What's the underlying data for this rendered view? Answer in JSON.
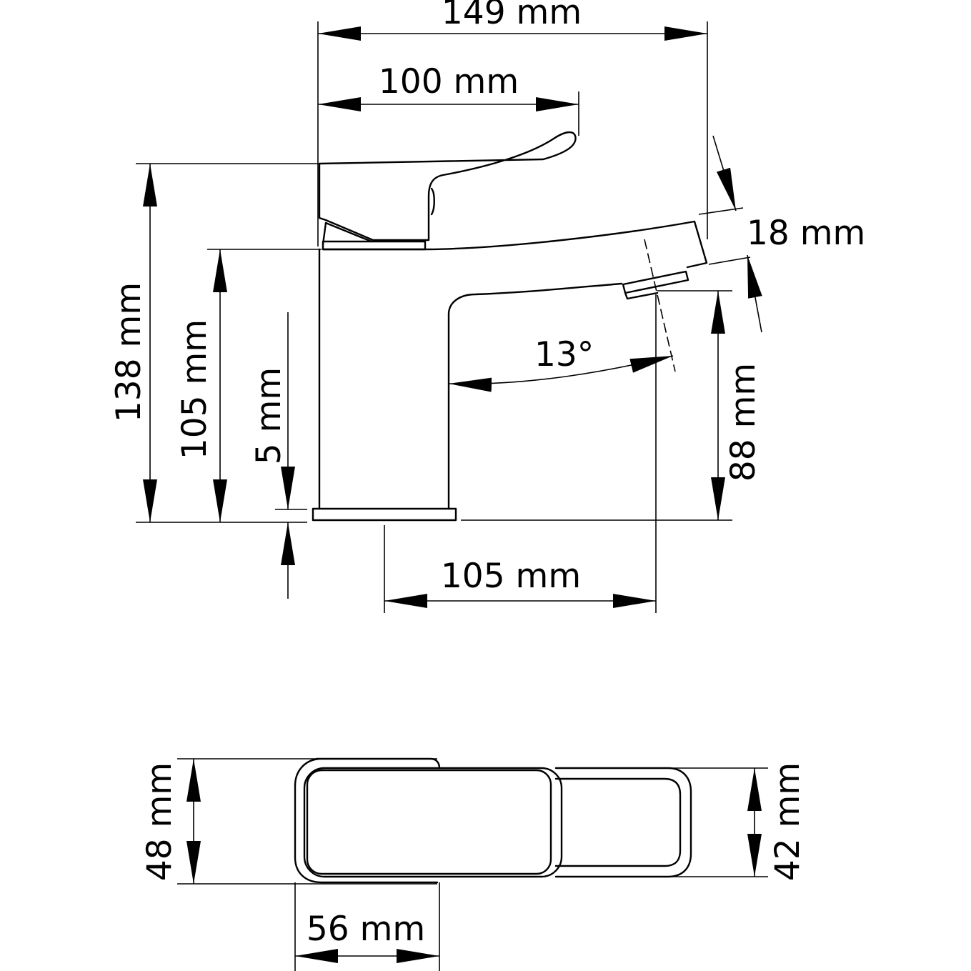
{
  "dimensions": {
    "overall_length": "149 mm",
    "lever_length": "100 mm",
    "outlet_thickness": "18 mm",
    "total_height": "138 mm",
    "body_height": "105 mm",
    "base_plate": "5 mm",
    "outlet_height": "88 mm",
    "spout_angle": "13°",
    "spout_reach": "105 mm",
    "body_width": "48 mm",
    "outlet_width": "42 mm",
    "base_depth": "56 mm"
  }
}
